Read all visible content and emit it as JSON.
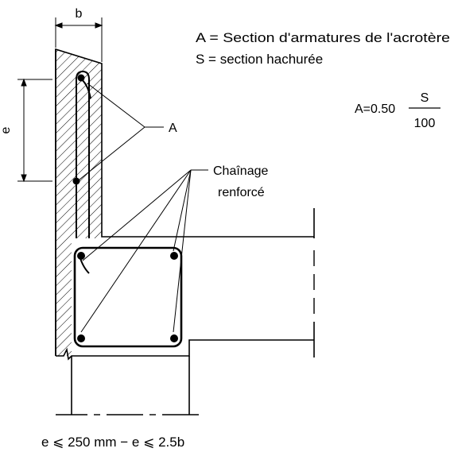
{
  "legend": {
    "line_a": "A = Section d'armatures de l'acrotère",
    "line_s": "S = section hachurée"
  },
  "formula": {
    "lhs": "A=0.50",
    "numerator": "S",
    "denominator": "100"
  },
  "dimensions": {
    "width_label": "b",
    "height_label": "e"
  },
  "labels": {
    "rebar_label": "A",
    "chainage_line1": "Chaînage",
    "chainage_line2": "renforcé"
  },
  "footnote": "e ⩽ 250 mm − e ⩽ 2.5b",
  "colors": {
    "line": "#000000",
    "background": "#ffffff"
  }
}
